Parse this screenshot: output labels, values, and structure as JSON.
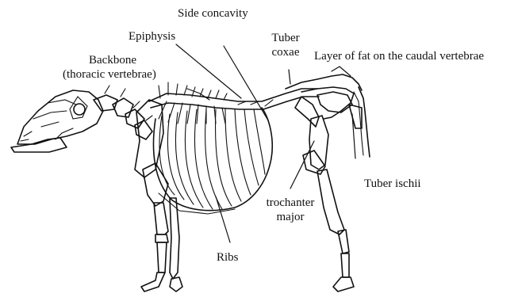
{
  "labels": {
    "side_concavity": "Side concavity",
    "epiphysis": "Epiphysis",
    "tuber_coxae_1": "Tuber",
    "tuber_coxae_2": "coxae",
    "fat_layer": "Layer of fat on the caudal vertebrae",
    "backbone_1": "Backbone",
    "backbone_2": "(thoracic vertebrae)",
    "tuber_ischii": "Tuber ischii",
    "trochanter_1": "trochanter",
    "trochanter_2": "major",
    "ribs": "Ribs"
  }
}
